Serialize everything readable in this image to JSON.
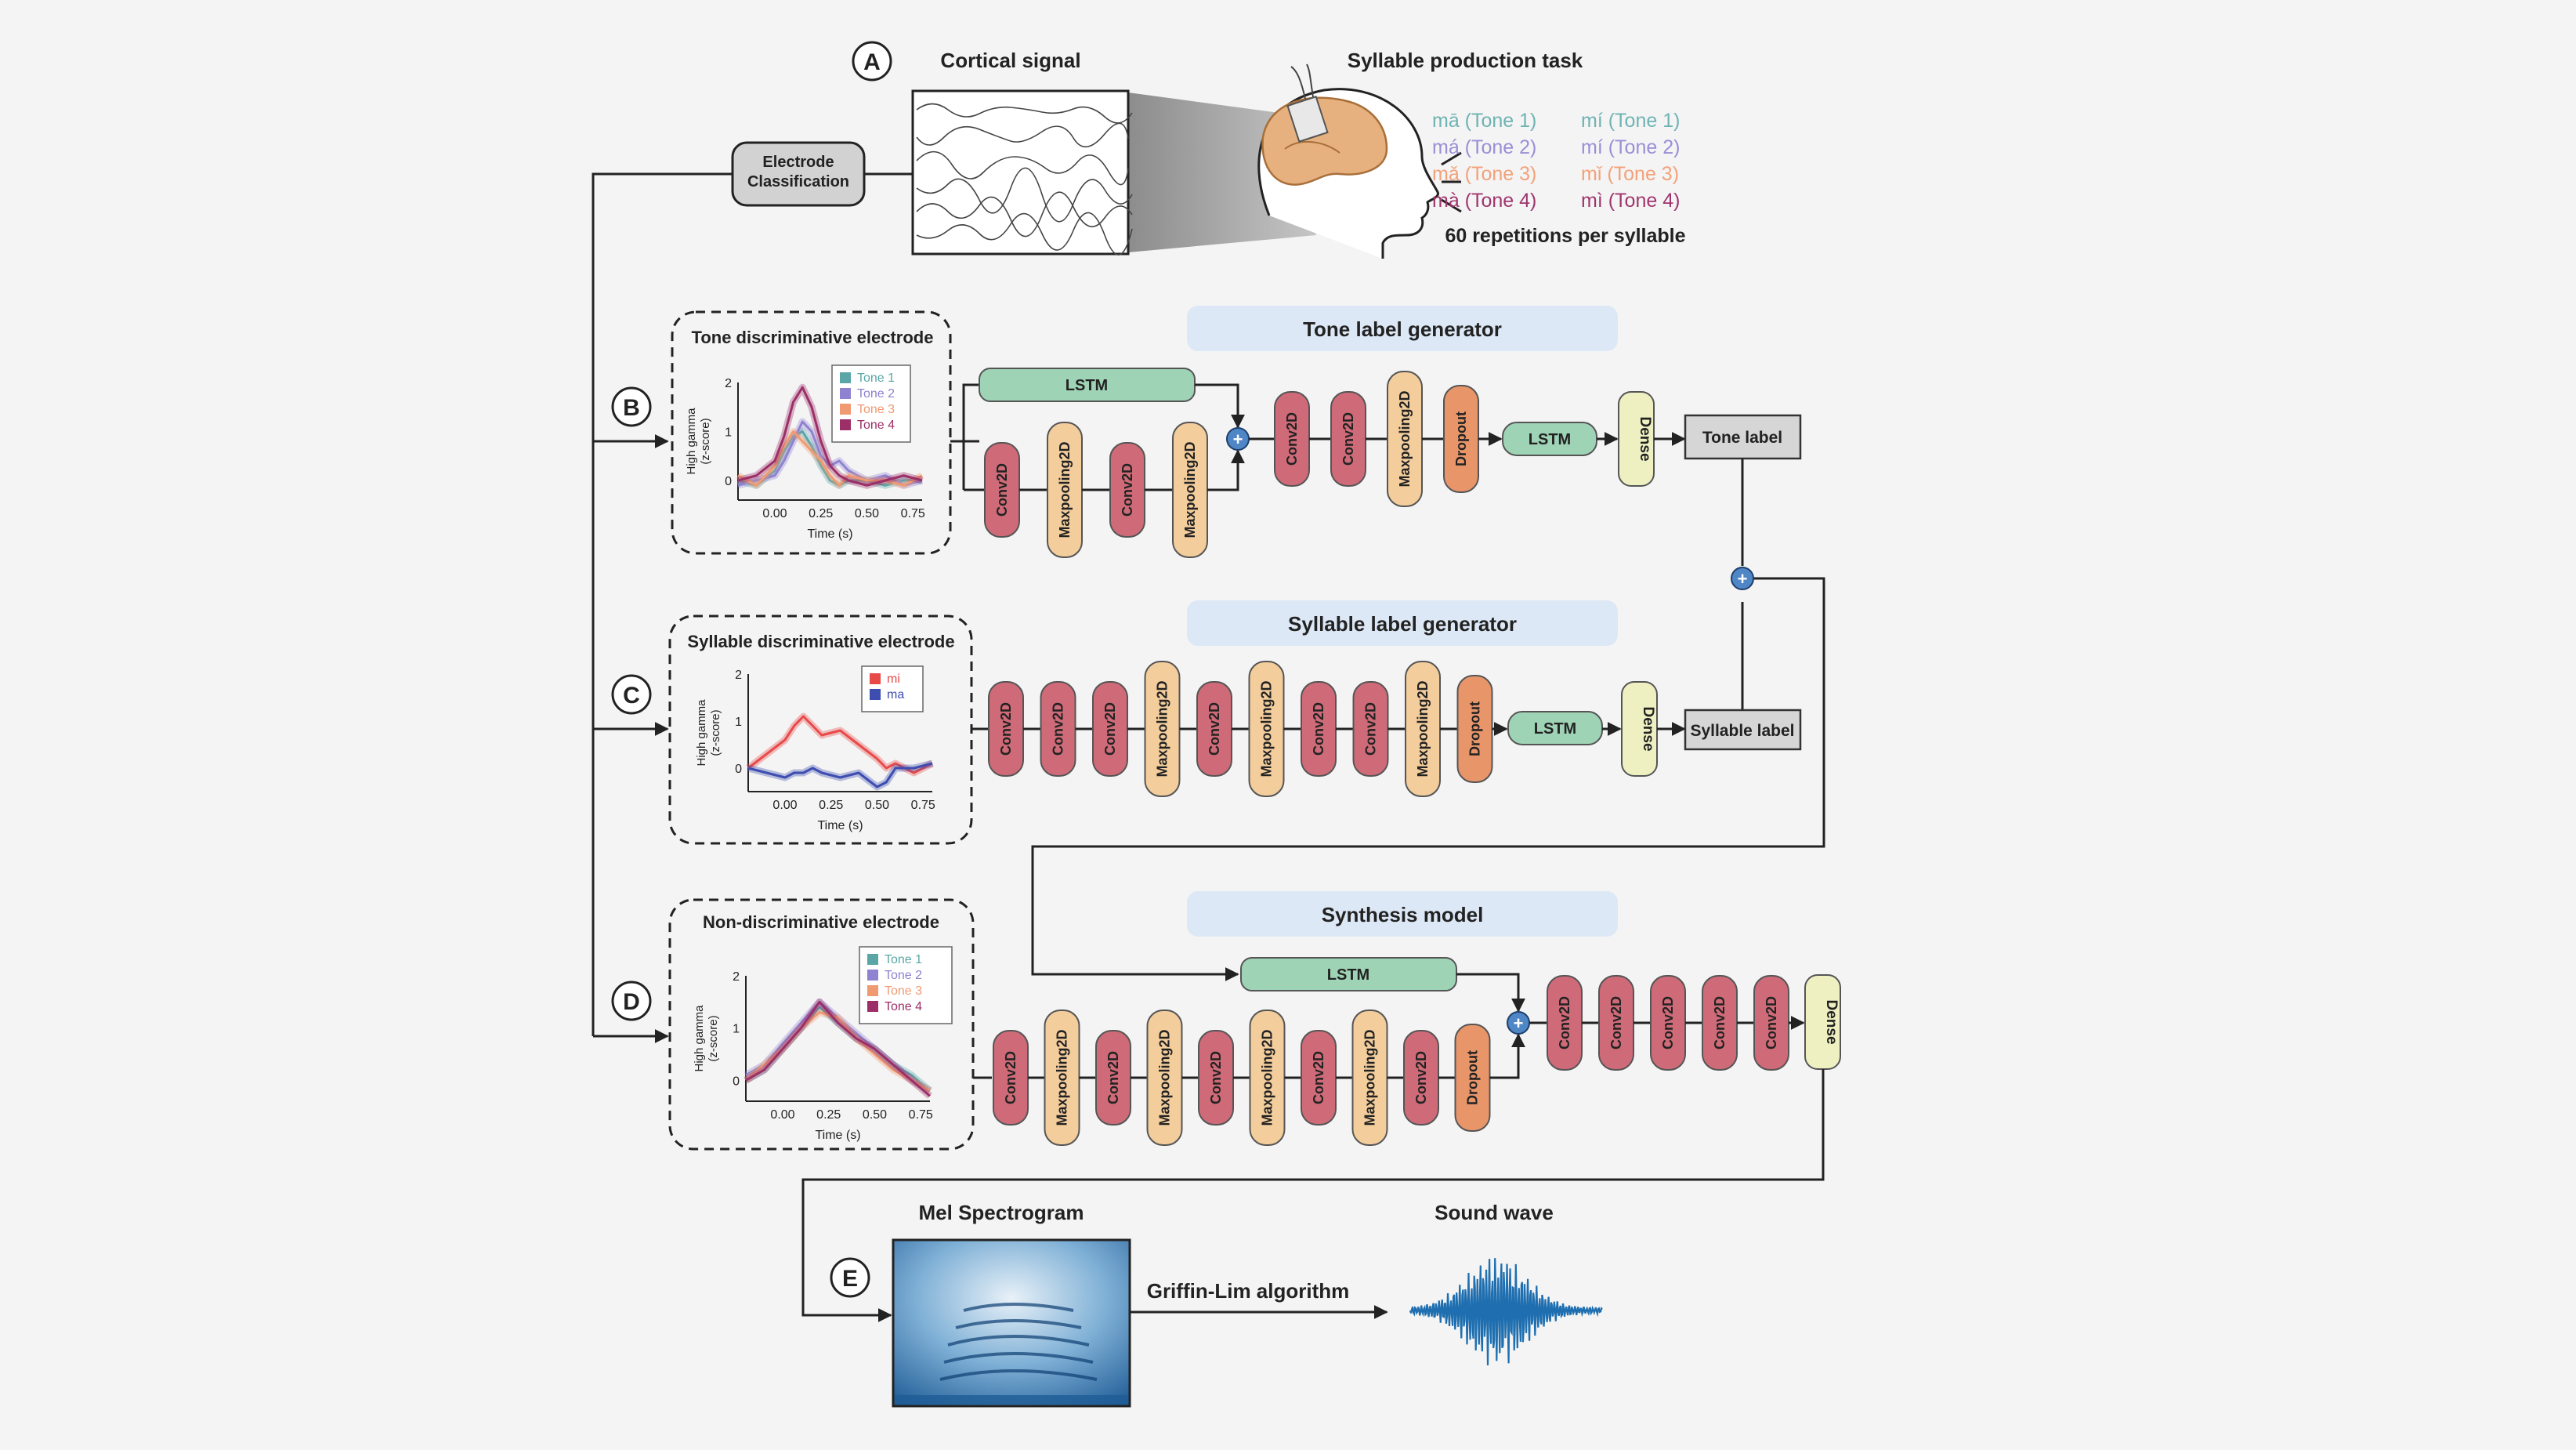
{
  "panels": {
    "A": {
      "letter": "A",
      "cortical_signal_label": "Cortical signal",
      "task_title": "Syllable production task",
      "electrode_classification": [
        "Electrode",
        "Classification"
      ],
      "syllables": [
        {
          "text": "mā (Tone 1)",
          "color": "#6fb3b3"
        },
        {
          "text": "mí (Tone 1)",
          "color": "#6fb3b3"
        },
        {
          "text": "má (Tone 2)",
          "color": "#9b8ed6"
        },
        {
          "text": "mí (Tone 2)",
          "color": "#9b8ed6"
        },
        {
          "text": "mǎ (Tone 3)",
          "color": "#f2a27a"
        },
        {
          "text": "mǐ (Tone 3)",
          "color": "#f2a27a"
        },
        {
          "text": "mà (Tone 4)",
          "color": "#a0356e"
        },
        {
          "text": "mì (Tone 4)",
          "color": "#a0356e"
        }
      ],
      "repetitions": "60 repetitions per syllable"
    },
    "B": {
      "letter": "B",
      "electrode_title": "Tone discriminative electrode",
      "generator_title": "Tone label generator",
      "output_label": "Tone label",
      "lstm_label": "LSTM",
      "top_branch": [
        "Conv2D",
        "Maxpooling2D",
        "Conv2D",
        "Maxpooling2D"
      ],
      "merged_branch": [
        "Conv2D",
        "Conv2D",
        "Maxpooling2D",
        "Dropout"
      ],
      "tail_lstm": "LSTM",
      "tail_dense": "Dense"
    },
    "C": {
      "letter": "C",
      "electrode_title": "Syllable discriminative electrode",
      "generator_title": "Syllable label generator",
      "output_label": "Syllable label",
      "layers": [
        "Conv2D",
        "Conv2D",
        "Conv2D",
        "Maxpooling2D",
        "Conv2D",
        "Maxpooling2D",
        "Conv2D",
        "Conv2D",
        "Maxpooling2D",
        "Dropout"
      ],
      "tail_lstm": "LSTM",
      "tail_dense": "Dense"
    },
    "D": {
      "letter": "D",
      "electrode_title": "Non-discriminative electrode",
      "generator_title": "Synthesis model",
      "lstm_label": "LSTM",
      "layers": [
        "Conv2D",
        "Maxpooling2D",
        "Conv2D",
        "Maxpooling2D",
        "Conv2D",
        "Maxpooling2D",
        "Conv2D",
        "Maxpooling2D",
        "Conv2D",
        "Dropout"
      ],
      "post_layers": [
        "Conv2D",
        "Conv2D",
        "Conv2D",
        "Conv2D",
        "Conv2D"
      ],
      "tail_dense": "Dense"
    },
    "E": {
      "letter": "E",
      "mel_label": "Mel Spectrogram",
      "algorithm_label": "Griffin-Lim algorithm",
      "sound_label": "Sound wave"
    }
  },
  "mini_plot_common": {
    "ylabel_1": "High gamma",
    "ylabel_2": "(z-score)",
    "xlabel": "Time (s)",
    "xticks": [
      "0.00",
      "0.25",
      "0.50",
      "0.75"
    ],
    "yticks": [
      "0",
      "1",
      "2"
    ]
  },
  "chart_data": [
    {
      "type": "line",
      "title": "Tone discriminative electrode",
      "xlabel": "Time (s)",
      "ylabel": "High gamma (z-score)",
      "xlim": [
        -0.2,
        0.8
      ],
      "ylim": [
        -0.4,
        2.0
      ],
      "x": [
        -0.2,
        -0.1,
        0.0,
        0.05,
        0.1,
        0.15,
        0.2,
        0.25,
        0.3,
        0.35,
        0.4,
        0.5,
        0.6,
        0.7,
        0.8
      ],
      "series": [
        {
          "name": "Tone 1",
          "color": "#5aa6a6",
          "values": [
            0.0,
            -0.1,
            0.2,
            0.6,
            0.9,
            1.0,
            0.7,
            0.3,
            0.0,
            -0.1,
            0.0,
            0.0,
            -0.1,
            0.0,
            0.0
          ]
        },
        {
          "name": "Tone 2",
          "color": "#8f82d0",
          "values": [
            -0.1,
            0.0,
            0.1,
            0.4,
            0.8,
            1.2,
            1.0,
            0.5,
            0.3,
            0.4,
            0.2,
            0.0,
            0.1,
            -0.1,
            0.0
          ]
        },
        {
          "name": "Tone 3",
          "color": "#f09a72",
          "values": [
            0.1,
            -0.1,
            0.3,
            0.7,
            1.0,
            0.8,
            0.6,
            0.4,
            0.1,
            -0.1,
            0.1,
            0.0,
            0.0,
            -0.1,
            0.1
          ]
        },
        {
          "name": "Tone 4",
          "color": "#9c2f68",
          "values": [
            0.0,
            0.1,
            0.4,
            0.9,
            1.6,
            1.9,
            1.5,
            0.8,
            0.3,
            0.1,
            0.0,
            -0.1,
            0.0,
            0.1,
            0.0
          ]
        }
      ],
      "legend": "top-right"
    },
    {
      "type": "line",
      "title": "Syllable discriminative electrode",
      "xlabel": "Time (s)",
      "ylabel": "High gamma (z-score)",
      "xlim": [
        -0.2,
        0.8
      ],
      "ylim": [
        -0.5,
        2.0
      ],
      "x": [
        -0.2,
        -0.1,
        0.0,
        0.05,
        0.1,
        0.15,
        0.2,
        0.3,
        0.4,
        0.5,
        0.55,
        0.6,
        0.7,
        0.8
      ],
      "series": [
        {
          "name": "mi",
          "color": "#e84a4a",
          "values": [
            0.0,
            0.3,
            0.6,
            0.9,
            1.1,
            0.9,
            0.7,
            0.8,
            0.5,
            0.2,
            0.0,
            0.1,
            -0.1,
            0.1
          ]
        },
        {
          "name": "ma",
          "color": "#3d4db0",
          "values": [
            0.0,
            -0.1,
            -0.2,
            -0.1,
            -0.1,
            0.0,
            -0.1,
            -0.2,
            -0.1,
            -0.4,
            -0.3,
            0.0,
            0.0,
            0.1
          ]
        }
      ],
      "legend": "top-right"
    },
    {
      "type": "line",
      "title": "Non-discriminative electrode",
      "xlabel": "Time (s)",
      "ylabel": "High gamma (z-score)",
      "xlim": [
        -0.2,
        0.8
      ],
      "ylim": [
        -0.4,
        2.0
      ],
      "x": [
        -0.2,
        -0.1,
        0.0,
        0.1,
        0.2,
        0.3,
        0.4,
        0.5,
        0.6,
        0.7,
        0.8
      ],
      "series": [
        {
          "name": "Tone 1",
          "color": "#5aa6a6",
          "values": [
            0.0,
            0.2,
            0.6,
            1.0,
            1.4,
            1.1,
            0.8,
            0.6,
            0.3,
            0.1,
            -0.2
          ]
        },
        {
          "name": "Tone 2",
          "color": "#8f82d0",
          "values": [
            0.1,
            0.3,
            0.7,
            1.1,
            1.5,
            1.2,
            0.9,
            0.6,
            0.3,
            0.0,
            -0.2
          ]
        },
        {
          "name": "Tone 3",
          "color": "#f09a72",
          "values": [
            0.0,
            0.3,
            0.6,
            1.0,
            1.3,
            1.2,
            0.8,
            0.5,
            0.2,
            0.0,
            -0.2
          ]
        },
        {
          "name": "Tone 4",
          "color": "#9c2f68",
          "values": [
            0.0,
            0.2,
            0.6,
            1.0,
            1.5,
            1.1,
            0.8,
            0.6,
            0.3,
            0.0,
            -0.3
          ]
        }
      ],
      "legend": "top-right"
    }
  ],
  "colors": {
    "conv": "#cf6b78",
    "pool": "#f3cd9c",
    "dropout": "#e8956a",
    "lstm": "#9fd3b5",
    "dense": "#eef0c2",
    "generator_bg": "#dde8f6",
    "label_box": "#d6d6d6",
    "plus": "#4f86c6"
  }
}
